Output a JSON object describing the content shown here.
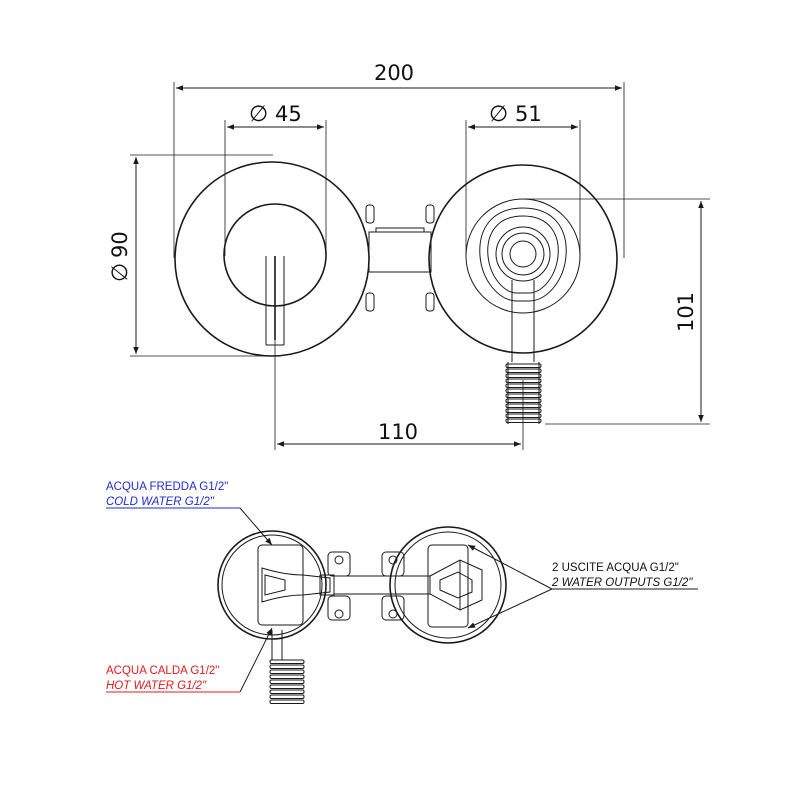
{
  "dimensions": {
    "overall_width": "200",
    "left_knob_dia": "45",
    "right_knob_dia": "51",
    "plate_dia": "90",
    "center_distance": "110",
    "height": "101",
    "diameter_symbol": "∅"
  },
  "callouts": {
    "cold": {
      "line1": "ACQUA FREDDA G1/2\"",
      "line2": "COLD WATER G1/2\"",
      "color": "#1f2bd6"
    },
    "hot": {
      "line1": "ACQUA CALDA G1/2\"",
      "line2": "HOT WATER G1/2\"",
      "color": "#e01b1b"
    },
    "outputs": {
      "line1": "2 USCITE ACQUA G1/2\"",
      "line2": "2 WATER OUTPUTS G1/2\"",
      "color": "#111111"
    }
  }
}
